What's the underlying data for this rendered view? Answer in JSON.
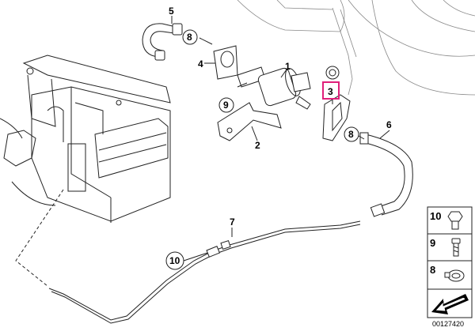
{
  "callouts": {
    "c1": "1",
    "c2": "2",
    "c3": "3",
    "c4": "4",
    "c5": "5",
    "c6": "6",
    "c7": "7",
    "c8a": "8",
    "c8b": "8",
    "c9": "9",
    "c10": "10"
  },
  "legend": {
    "l10": "10",
    "l9": "9",
    "l8": "8"
  },
  "reference_code": "00127420",
  "colors": {
    "highlight": "#e0207a",
    "line": "#222222"
  }
}
